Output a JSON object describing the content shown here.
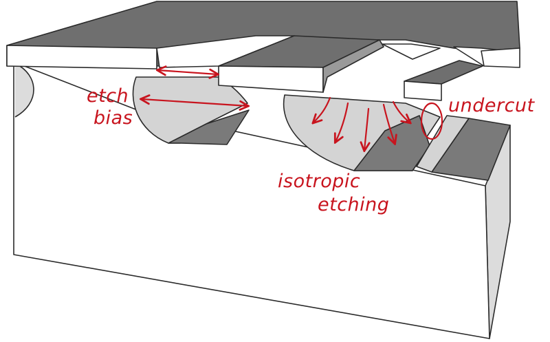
{
  "labels": {
    "etch_bias_line1": "etch",
    "etch_bias_line2": "bias",
    "isotropic_line1": "isotropic",
    "isotropic_line2": "etching",
    "undercut": "undercut"
  },
  "colors": {
    "annotation": "#c8141e",
    "mask_top": "#6e6e6e",
    "mask_front": "#ffffff",
    "substrate_front": "#ffffff",
    "substrate_side": "#dcdcdc",
    "cavity_wall": "#d2d2d2",
    "cavity_floor": "#7a7a7a"
  }
}
